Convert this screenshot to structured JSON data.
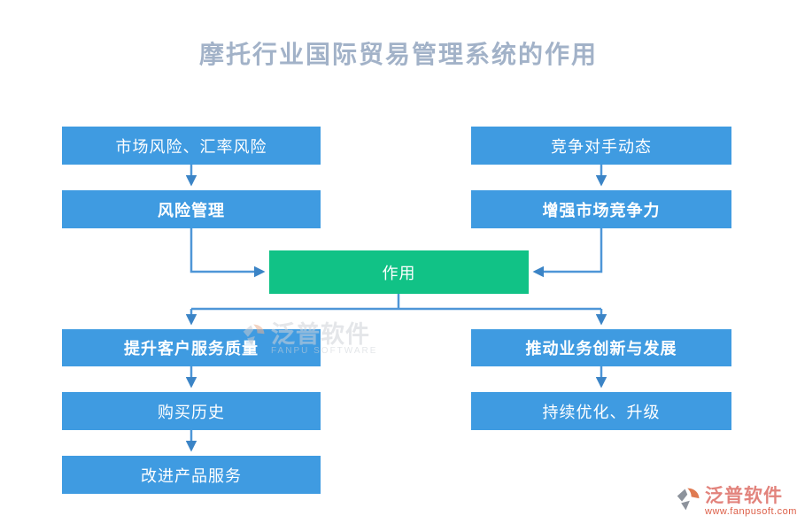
{
  "title": "摩托行业国际贸易管理系统的作用",
  "colors": {
    "box_blue": "#3f9be1",
    "box_green": "#11c286",
    "connector": "#4e96d7",
    "arrowhead": "#3b84c6",
    "title_text": "#a2b2c8",
    "logo_red": "#e2837c",
    "logo_url_red": "#dd5f48"
  },
  "nodes": {
    "market_risk": {
      "label": "市场风险、汇率风险"
    },
    "risk_management": {
      "label": "风险管理"
    },
    "competitor_dynamics": {
      "label": "竞争对手动态"
    },
    "market_competitiveness": {
      "label": "增强市场竞争力"
    },
    "role": {
      "label": "作用"
    },
    "customer_service": {
      "label": "提升客户服务质量"
    },
    "purchase_history": {
      "label": "购买历史"
    },
    "improve_products": {
      "label": "改进产品服务"
    },
    "business_innovation": {
      "label": "推动业务创新与发展"
    },
    "continuous_optimization": {
      "label": "持续优化、升级"
    }
  },
  "watermark": {
    "cn": "泛普软件",
    "en": "FANPU SOFTWARE"
  },
  "logo": {
    "cn": "泛普软件",
    "url": "www.fanpusoft.com"
  }
}
